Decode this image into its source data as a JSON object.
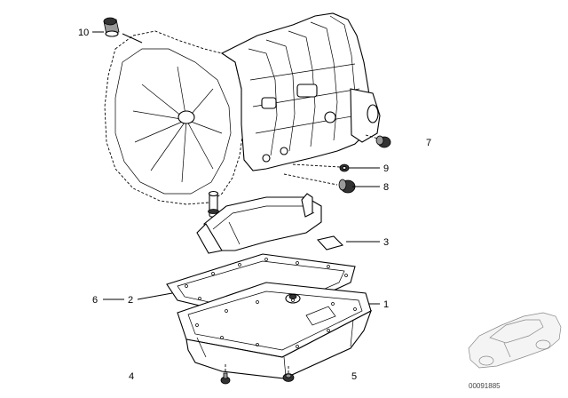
{
  "callouts": {
    "c1": "1",
    "c2": "2",
    "c3": "3",
    "c4": "4",
    "c5": "5",
    "c6": "6",
    "c7": "7",
    "c8": "8",
    "c9": "9",
    "c10": "10"
  },
  "image_code": "00091885"
}
